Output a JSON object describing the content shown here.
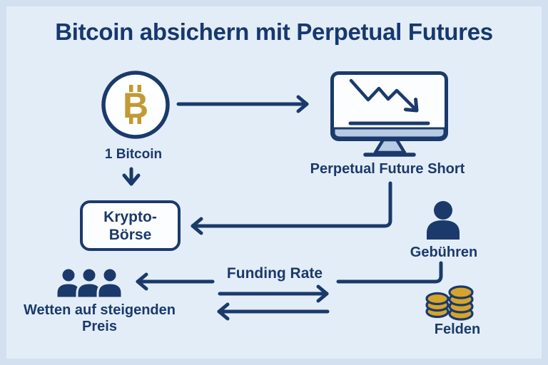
{
  "title": "Bitcoin absichern mit Perpetual Futures",
  "diagram": {
    "bitcoin": {
      "label": "1 Bitcoin",
      "symbol": "B"
    },
    "future": {
      "label": "Perpetual Future Short"
    },
    "exchange": {
      "line1": "Krypto-",
      "line2": "Börse"
    },
    "fees": {
      "label": "Gebühren"
    },
    "funding": {
      "label": "Funding Rate"
    },
    "traders": {
      "line1": "Wetten auf steigenden",
      "line2": "Preis"
    },
    "coins": {
      "label": "Felden"
    }
  },
  "icons": [
    "bitcoin-coin-icon",
    "monitor-downtrend-icon",
    "person-icon",
    "people-group-icon",
    "coin-stacks-icon",
    "arrow-connectors"
  ],
  "colors": {
    "background": "#e3edf8",
    "navy": "#1b3a6b",
    "title_navy": "#17386e",
    "bitcoin_gold": "#c09a33",
    "coin_gold": "#d6a42b",
    "monitor_fill": "#b7cbe5",
    "node_fill": "#fcfdff"
  }
}
